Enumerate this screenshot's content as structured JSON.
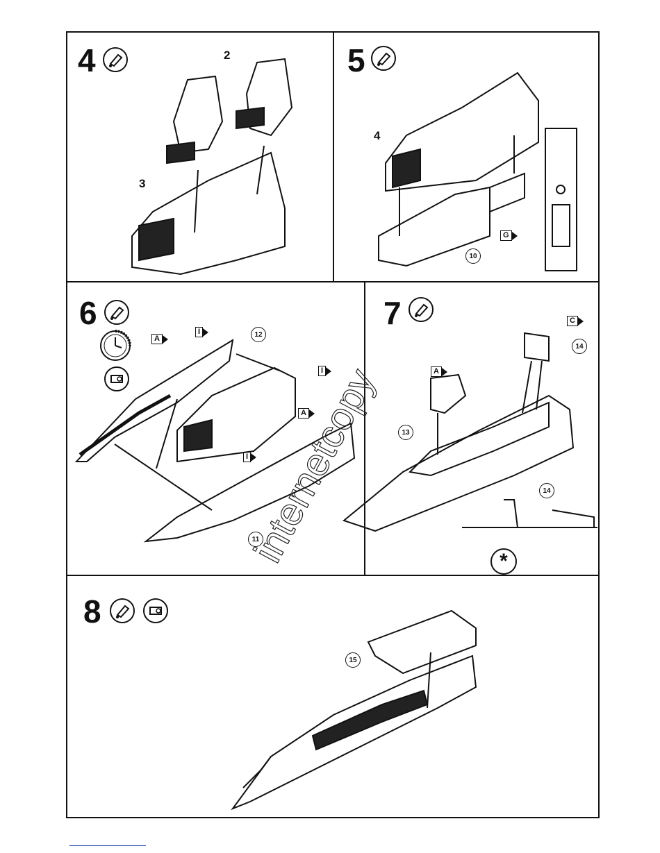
{
  "steps": [
    {
      "number": "4",
      "icons": [
        "glue-tube-icon"
      ],
      "callouts": [
        "2",
        "3"
      ]
    },
    {
      "number": "5",
      "icons": [
        "glue-tube-icon"
      ],
      "callouts": [
        "4"
      ],
      "parts": [
        "10"
      ],
      "decals": [
        "G"
      ]
    },
    {
      "number": "6",
      "icons": [
        "glue-tube-icon",
        "clock-wait-icon",
        "paint-roller-icon"
      ],
      "parts": [
        "12",
        "11"
      ],
      "decals": [
        "A",
        "I",
        "I",
        "A",
        "I"
      ]
    },
    {
      "number": "7",
      "icons": [
        "glue-tube-icon"
      ],
      "parts": [
        "13",
        "14",
        "14"
      ],
      "decals": [
        "A",
        "C"
      ],
      "asterisk": "*"
    },
    {
      "number": "8",
      "icons": [
        "glue-tube-icon",
        "paint-roller-icon"
      ],
      "parts": [
        "15"
      ]
    }
  ],
  "watermark": "internetcopy",
  "colors": {
    "ink": "#111111",
    "paper": "#ffffff",
    "footer_link": "#1a3fb5"
  }
}
